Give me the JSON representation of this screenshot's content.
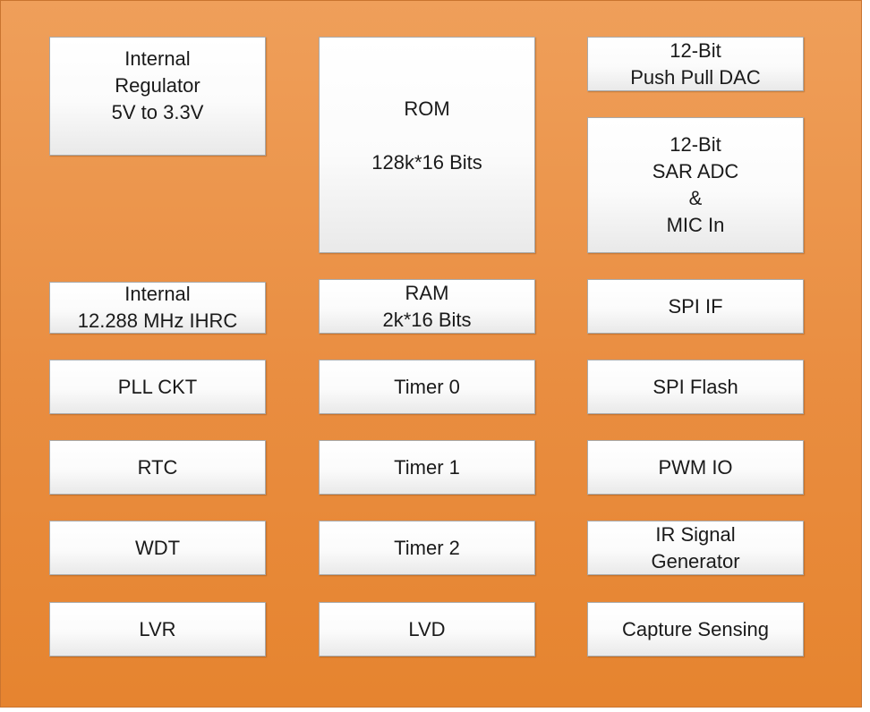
{
  "blocks": {
    "regulator": "Internal\nRegulator\n5V to 3.3V",
    "rom": "ROM\n\n128k*16 Bits",
    "dac": "12-Bit\nPush Pull DAC",
    "adc": "12-Bit\nSAR ADC\n&\nMIC In",
    "ihrc": "Internal\n12.288 MHz IHRC",
    "ram": "RAM\n2k*16 Bits",
    "spi_if": "SPI IF",
    "pll": "PLL CKT",
    "timer0": "Timer 0",
    "spi_flash": "SPI Flash",
    "rtc": "RTC",
    "timer1": "Timer 1",
    "pwm": "PWM IO",
    "wdt": "WDT",
    "timer2": "Timer 2",
    "ir": "IR Signal\nGenerator",
    "lvr": "LVR",
    "lvd": "LVD",
    "capture": "Capture Sensing"
  }
}
